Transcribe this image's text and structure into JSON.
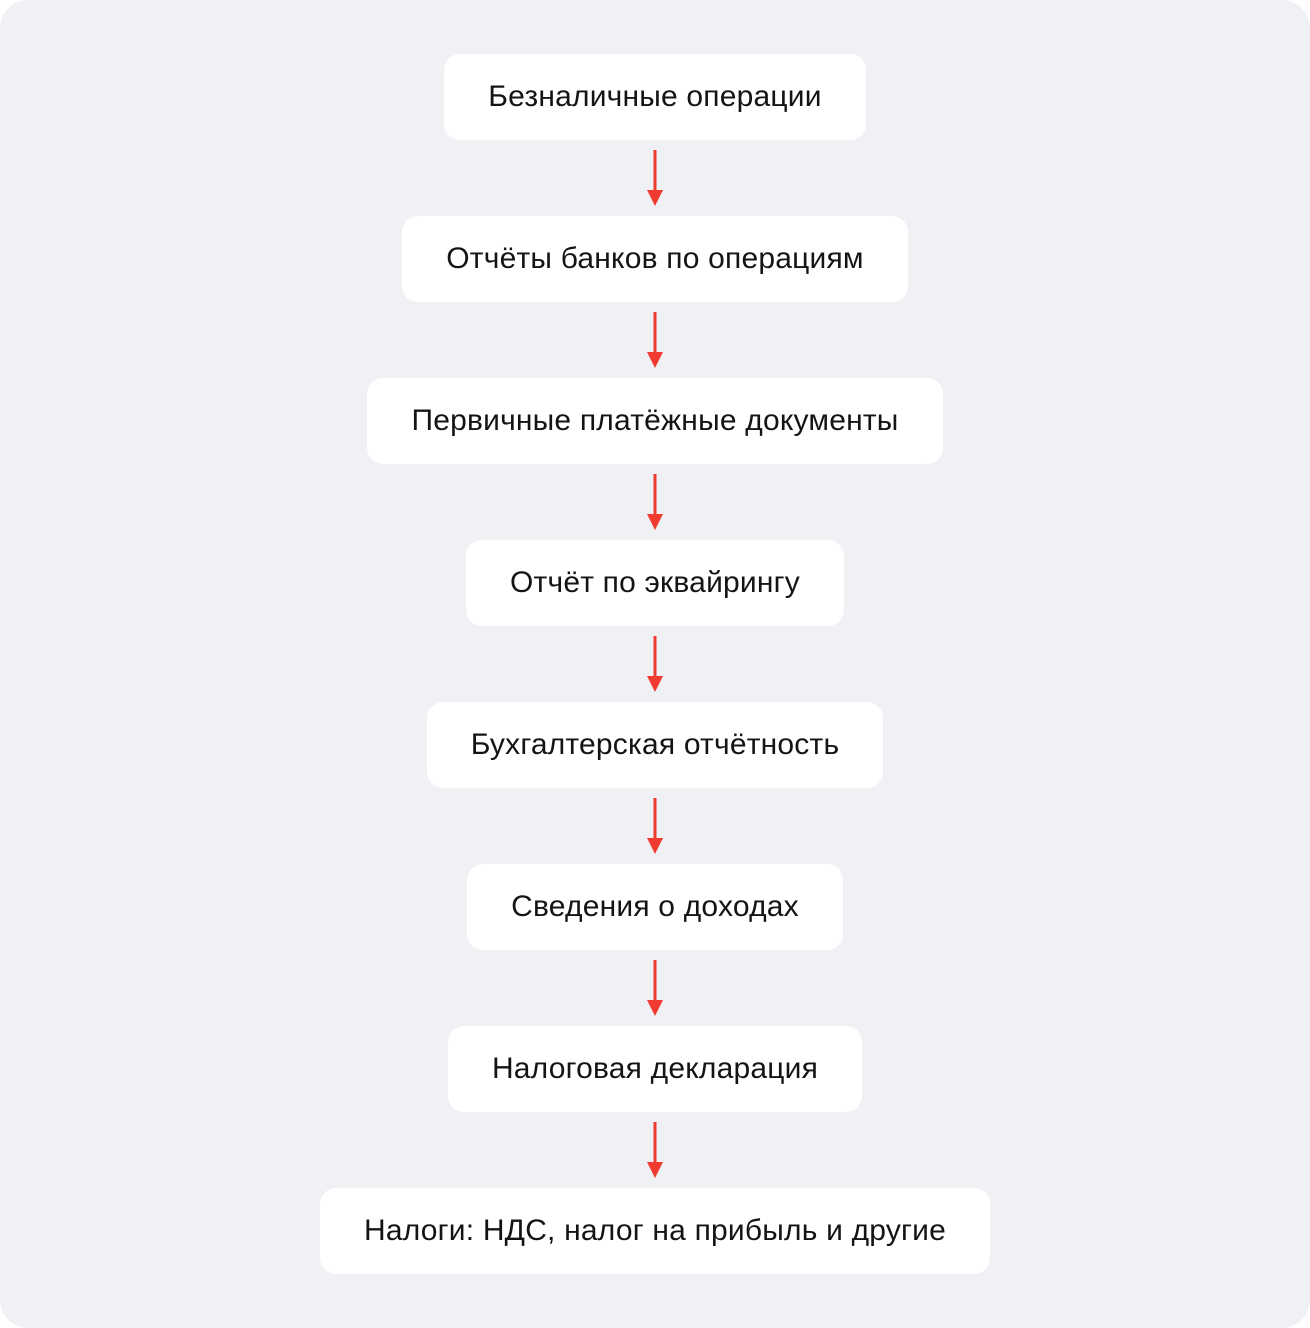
{
  "canvas": {
    "background_color": "#F0F1F4",
    "node_color": "#FFFFFF",
    "text_color": "#141414",
    "arrow_color": "#F03B30"
  },
  "flow": {
    "type": "vertical-flowchart",
    "steps": [
      {
        "label": "Безналичные операции"
      },
      {
        "label": "Отчёты банков по операциям"
      },
      {
        "label": "Первичные платёжные документы"
      },
      {
        "label": "Отчёт по эквайрингу"
      },
      {
        "label": "Бухгалтерская отчётность"
      },
      {
        "label": "Сведения о доходах"
      },
      {
        "label": "Налоговая декларация"
      },
      {
        "label": "Налоги: НДС, налог на прибыль и другие"
      }
    ]
  }
}
